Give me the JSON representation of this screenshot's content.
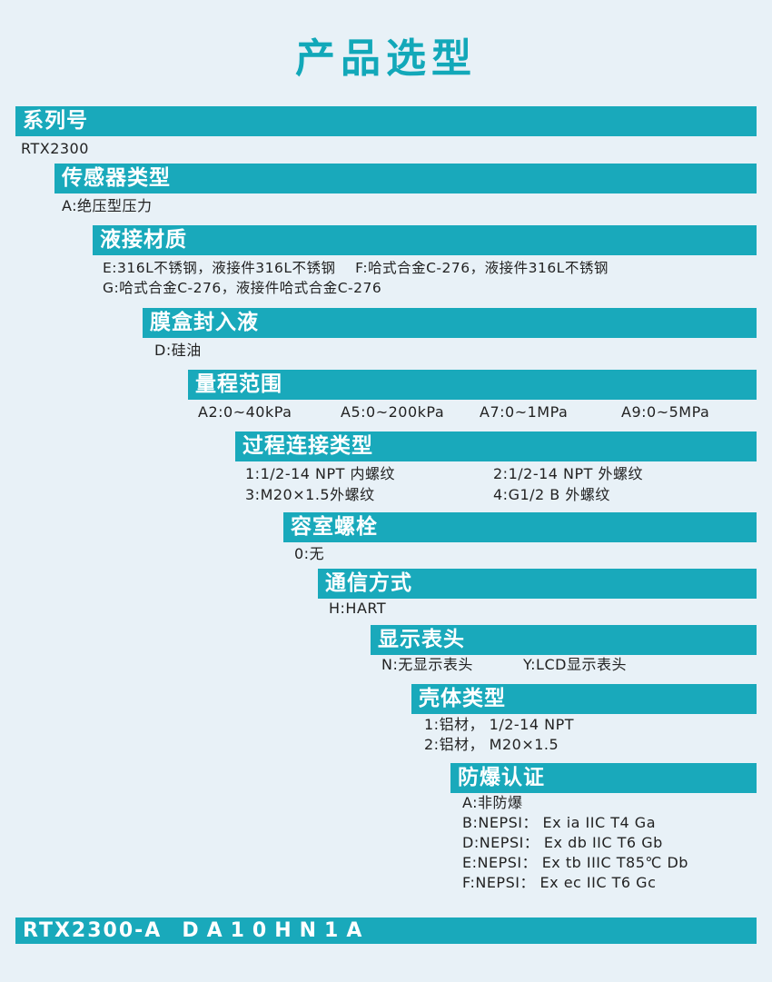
{
  "page_title": "产品选型",
  "sections": {
    "series": {
      "label": "系列号",
      "lines": [
        "RTX2300"
      ]
    },
    "sensor_type": {
      "label": "传感器类型",
      "lines": [
        "A:绝压型压力"
      ]
    },
    "wetted_material": {
      "label": "液接材质",
      "lines": [
        "E:316L不锈钢，液接件316L不锈钢    F:哈式合金C-276，液接件316L不锈钢",
        "G:哈式合金C-276，液接件哈式合金C-276"
      ]
    },
    "fill_fluid": {
      "label": "膜盒封入液",
      "lines": [
        "D:硅油"
      ]
    },
    "range": {
      "label": "量程范围",
      "items": [
        "A2:0~40kPa",
        "A5:0~200kPa",
        "A7:0~1MPa",
        "A9:0~5MPa"
      ]
    },
    "process_connection": {
      "label": "过程连接类型",
      "items": [
        "1:1/2-14 NPT 内螺纹",
        "2:1/2-14 NPT 外螺纹",
        "3:M20×1.5外螺纹",
        "4:G1/2 B 外螺纹"
      ]
    },
    "housing_bolt": {
      "label": "容室螺栓",
      "lines": [
        "0:无"
      ]
    },
    "communication": {
      "label": "通信方式",
      "lines": [
        "H:HART"
      ]
    },
    "display": {
      "label": "显示表头",
      "items": [
        "N:无显示表头",
        "Y:LCD显示表头"
      ]
    },
    "housing_type": {
      "label": "壳体类型",
      "lines": [
        "1:铝材， 1/2-14 NPT",
        "2:铝材， M20×1.5"
      ]
    },
    "explosion_proof": {
      "label": "防爆认证",
      "lines": [
        "A:非防爆",
        "B:NEPSI： Ex ia IIC T4 Ga",
        "D:NEPSI： Ex db IIC T6 Gb",
        "E:NEPSI： Ex tb IIIC T85℃ Db",
        "F:NEPSI： Ex ec IIC T6 Gc"
      ]
    }
  },
  "footer": {
    "model_prefix": "RTX2300-A",
    "model_codes": "DA10HN1A"
  }
}
